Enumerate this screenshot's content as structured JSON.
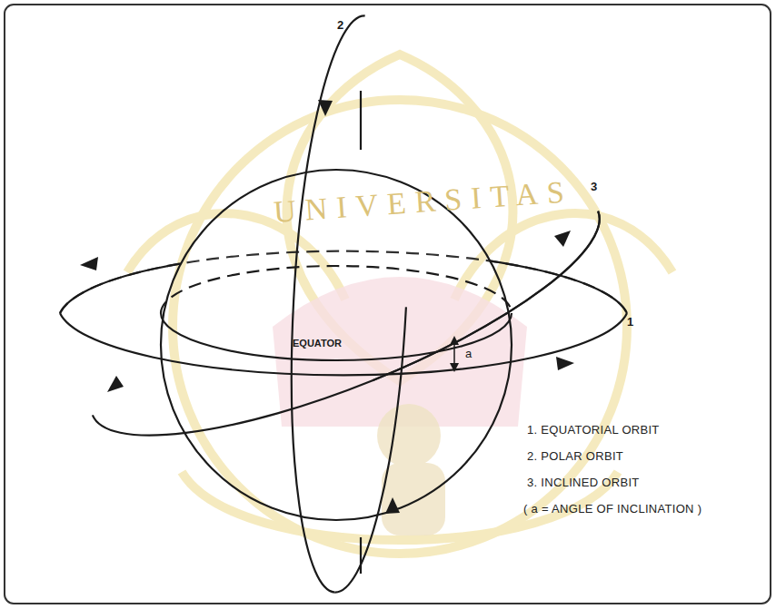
{
  "diagram": {
    "labels": [
      "2",
      "3",
      "1",
      "EQUATOR",
      "a",
      "UNIVERSITAS"
    ],
    "legend": [
      {
        "text": "1. EQUATORIAL ORBIT"
      },
      {
        "text": "2. POLAR ORBIT"
      },
      {
        "text": "3. INCLINED ORBIT"
      },
      {
        "text": "( a = ANGLE OF INCLINATION )"
      }
    ]
  }
}
